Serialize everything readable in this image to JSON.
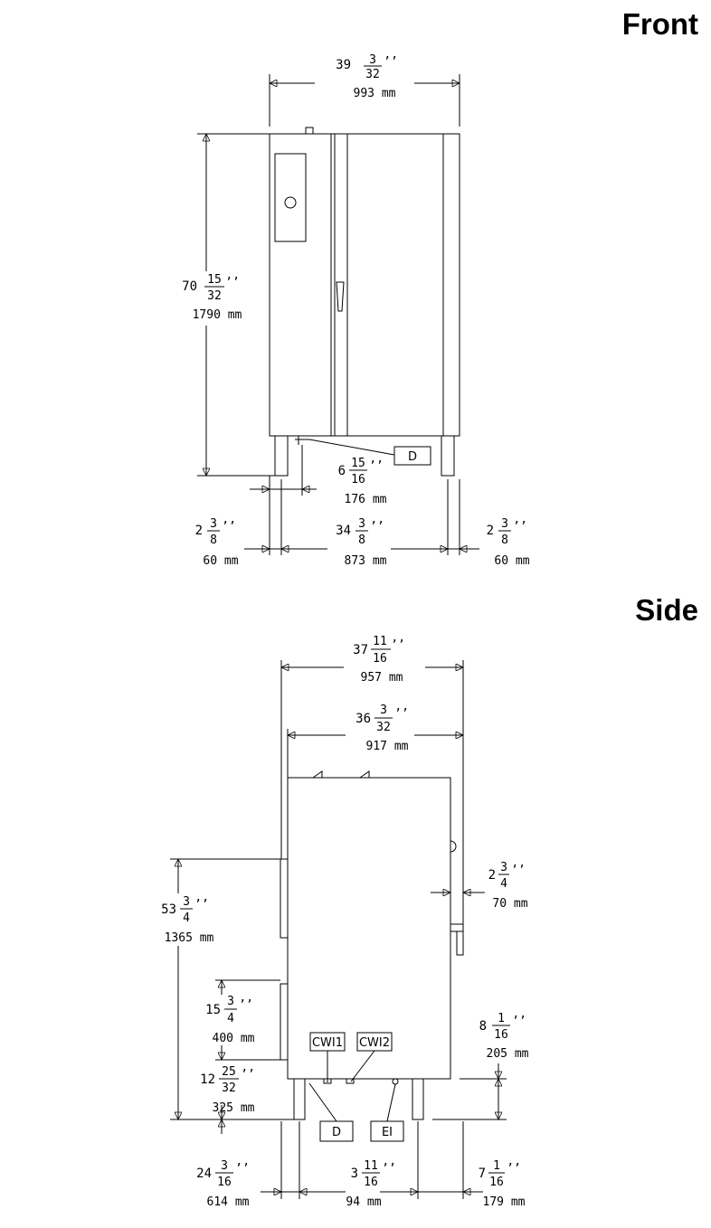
{
  "headings": {
    "front": "Front",
    "side": "Side"
  },
  "inch_mark": "’’",
  "front": {
    "width": {
      "whole": "39",
      "num": "3",
      "den": "32",
      "mm": "993 mm"
    },
    "height": {
      "whole": "70",
      "num": "15",
      "den": "32",
      "mm": "1790 mm"
    },
    "drain_offset": {
      "whole": "6",
      "num": "15",
      "den": "16",
      "mm": "176 mm"
    },
    "left_edge": {
      "whole": "2",
      "num": "3",
      "den": "8",
      "mm": "60 mm"
    },
    "leg_span": {
      "whole": "34",
      "num": "3",
      "den": "8",
      "mm": "873 mm"
    },
    "right_edge": {
      "whole": "2",
      "num": "3",
      "den": "8",
      "mm": "60 mm"
    },
    "callout_d": "D"
  },
  "side": {
    "overall_depth": {
      "whole": "37",
      "num": "11",
      "den": "16",
      "mm": "957 mm"
    },
    "body_depth": {
      "whole": "36",
      "num": "3",
      "den": "32",
      "mm": "917 mm"
    },
    "handle_protrusion": {
      "whole": "2",
      "num": "3",
      "den": "4",
      "mm": "70 mm"
    },
    "panel_height": {
      "whole": "53",
      "num": "3",
      "den": "4",
      "mm": "1365 mm"
    },
    "lower_panel": {
      "whole": "15",
      "num": "3",
      "den": "4",
      "mm": "400 mm"
    },
    "leg_height": {
      "whole": "12",
      "num": "25",
      "den": "32",
      "mm": "325 mm"
    },
    "bottom_clearance": {
      "whole": "8",
      "num": "1",
      "den": "16",
      "mm": "205 mm"
    },
    "front_to_drain": {
      "whole": "24",
      "num": "3",
      "den": "16",
      "mm": "614 mm"
    },
    "drain_spacing": {
      "whole": "3",
      "num": "11",
      "den": "16",
      "mm": "94 mm"
    },
    "rear_offset": {
      "whole": "7",
      "num": "1",
      "den": "16",
      "mm": "179 mm"
    },
    "callouts": {
      "cwi1": "CWI1",
      "cwi2": "CWI2",
      "d": "D",
      "ei": "EI"
    }
  }
}
